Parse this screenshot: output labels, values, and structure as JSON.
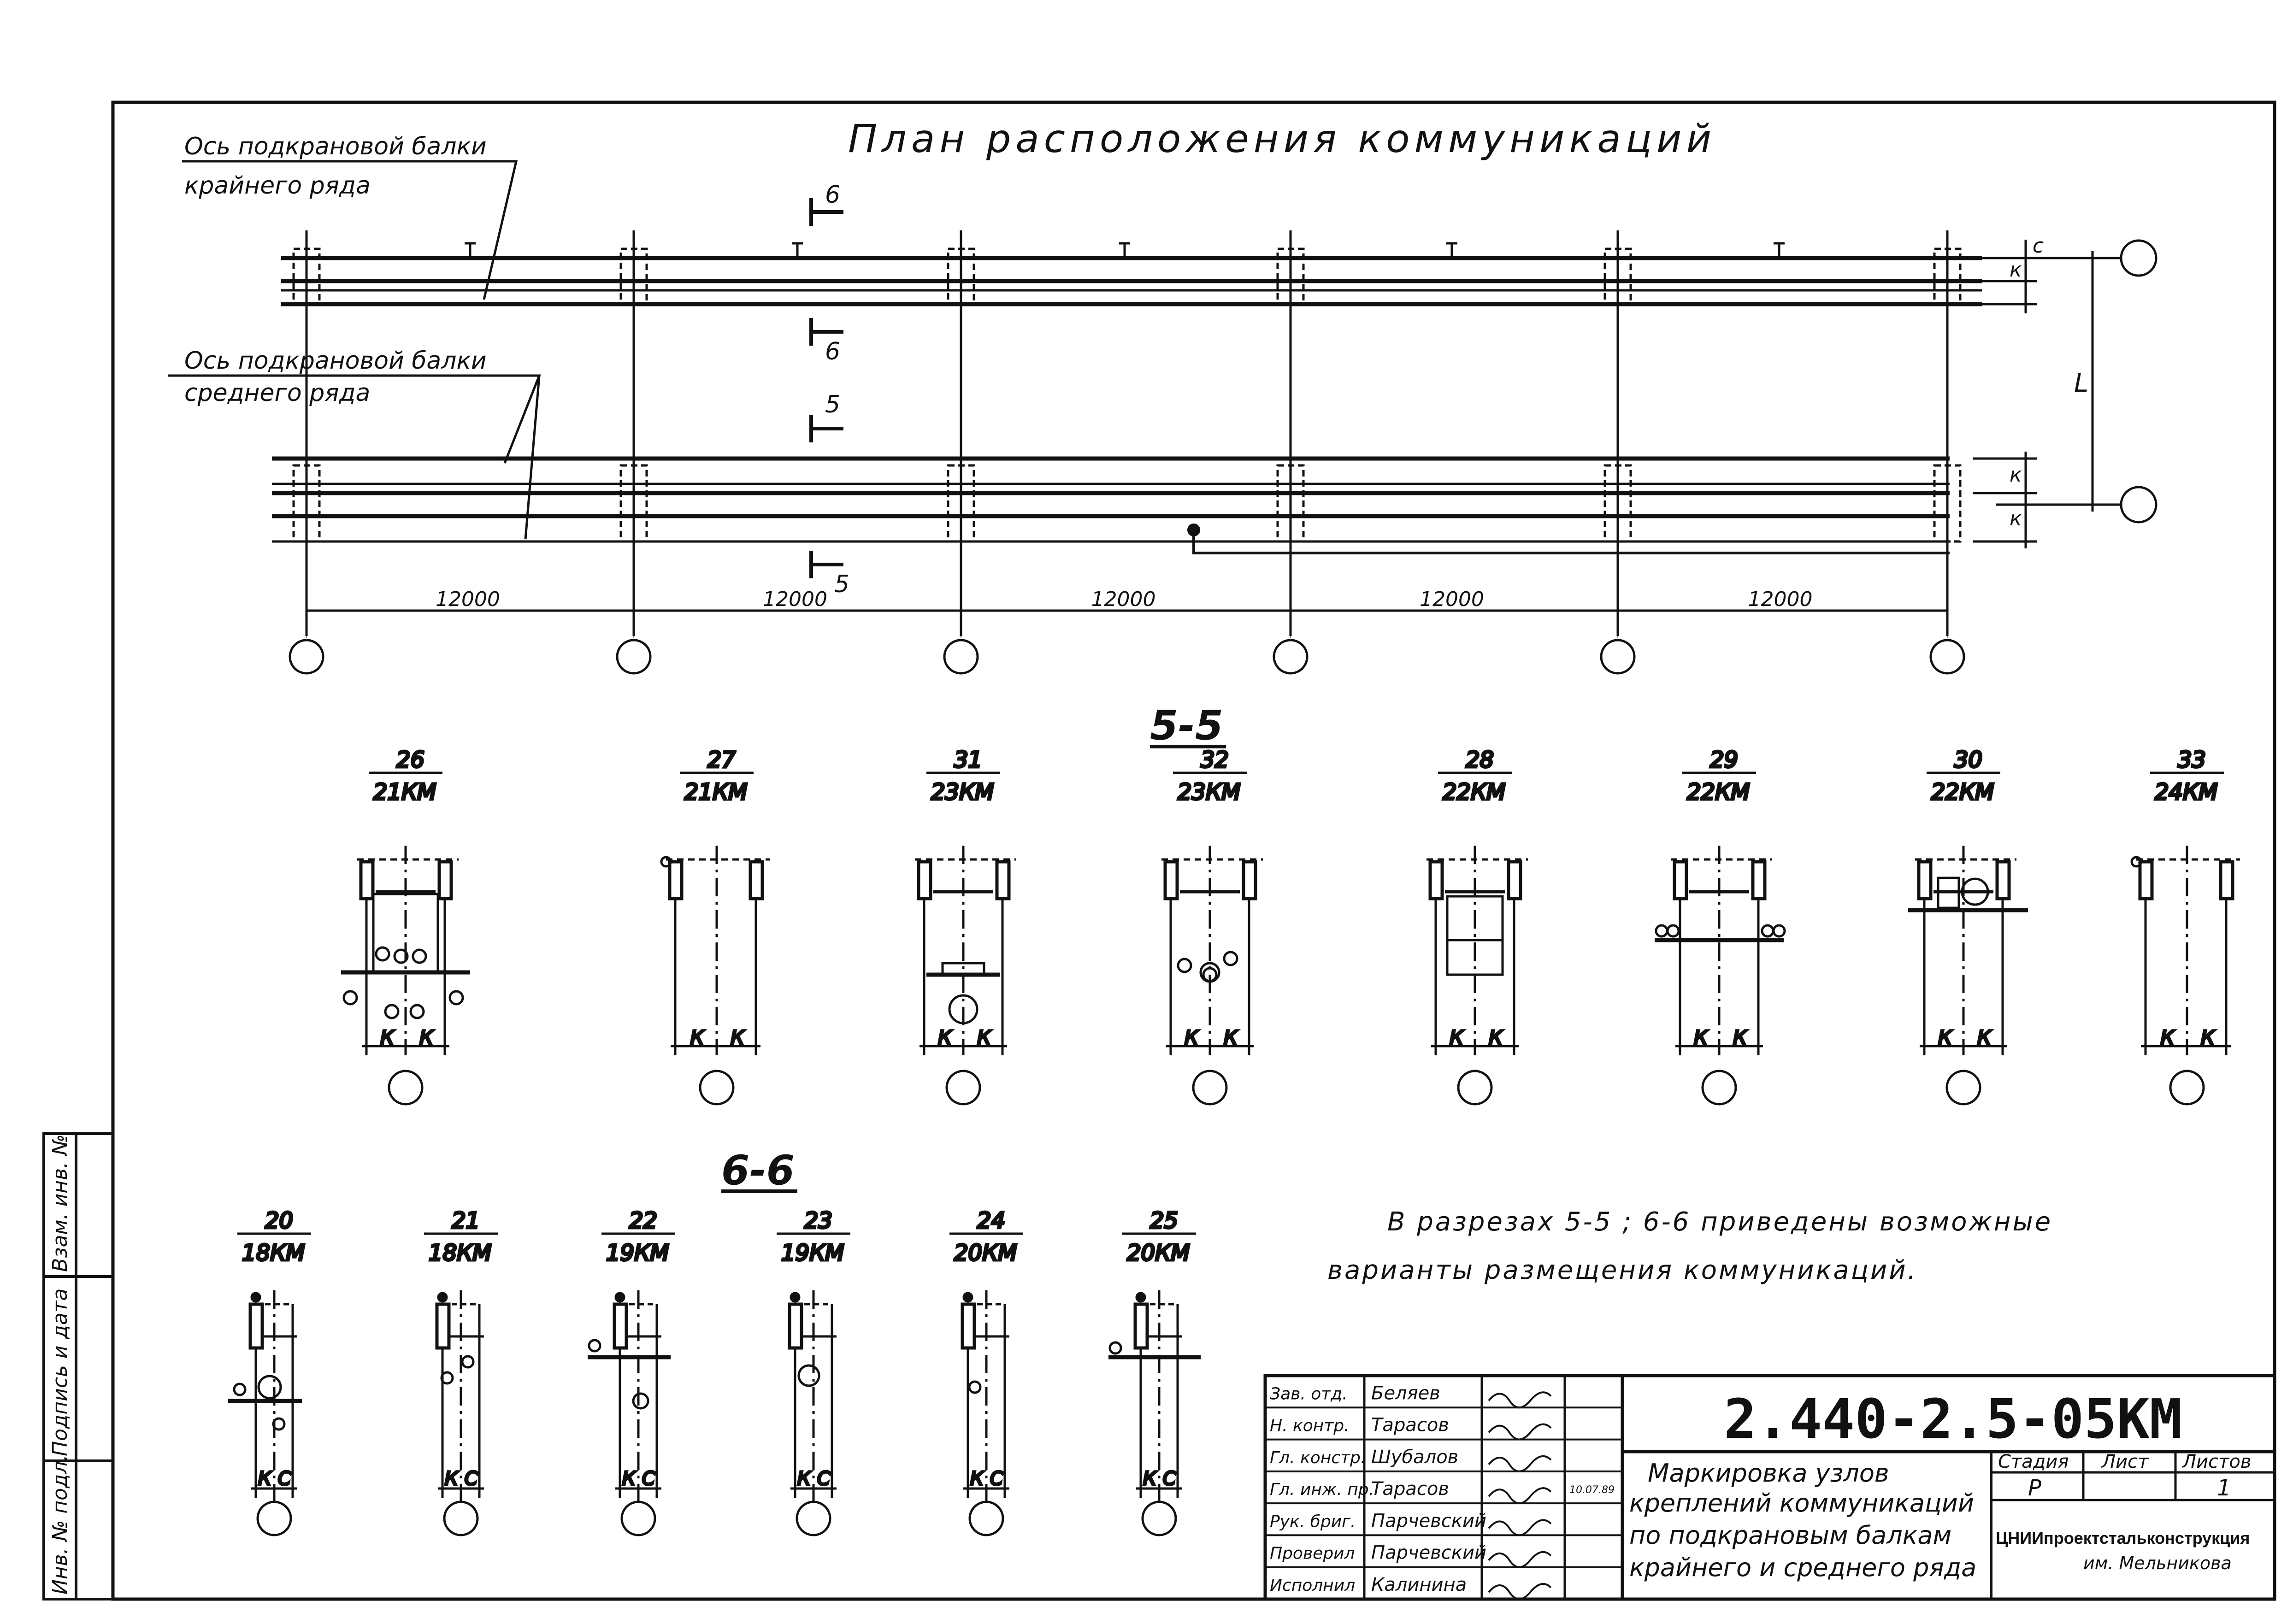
{
  "plan": {
    "title": "План расположения коммуникаций",
    "edge_axis_label_1": "Ось подкрановой балки",
    "edge_axis_label_2": "крайнего ряда",
    "mid_axis_label_1": "Ось подкрановой балки",
    "mid_axis_label_2": "среднего ряда",
    "section_6": "6",
    "section_5": "5",
    "spans": [
      "12000",
      "12000",
      "12000",
      "12000",
      "12000"
    ],
    "dim_c": "с",
    "dim_k": "к",
    "dim_L": "L"
  },
  "section_5_5": {
    "title": "5-5",
    "nodes": [
      {
        "num": "26",
        "km": "21КМ"
      },
      {
        "num": "27",
        "km": "21КМ"
      },
      {
        "num": "31",
        "km": "23КМ"
      },
      {
        "num": "32",
        "km": "23КМ"
      },
      {
        "num": "28",
        "km": "22КМ"
      },
      {
        "num": "29",
        "km": "22КМ"
      },
      {
        "num": "30",
        "km": "22КМ"
      },
      {
        "num": "33",
        "km": "24КМ"
      }
    ],
    "dim_label": "К"
  },
  "section_6_6": {
    "title": "6-6",
    "nodes": [
      {
        "num": "20",
        "km": "18КМ"
      },
      {
        "num": "21",
        "km": "18КМ"
      },
      {
        "num": "22",
        "km": "19КМ"
      },
      {
        "num": "23",
        "km": "19КМ"
      },
      {
        "num": "24",
        "km": "20КМ"
      },
      {
        "num": "25",
        "km": "20КМ"
      }
    ],
    "dim_k": "К",
    "dim_c": "С"
  },
  "note": {
    "line1": "В разрезах 5-5 ; 6-6 приведены возможные",
    "line2": "варианты размещения коммуникаций."
  },
  "side_stamp": [
    "Взам. инв. №",
    "Подпись и дата",
    "Инв. № подл."
  ],
  "title_block": {
    "doc_code": "2.440-2.5-05КМ",
    "roles": [
      "Зав. отд.",
      "Н. контр.",
      "Гл. констр.",
      "Гл. инж. пр.",
      "Рук. бриг.",
      "Проверил",
      "Исполнил"
    ],
    "names": [
      "Беляев",
      "Тарасов",
      "Шубалов",
      "Тарасов",
      "Парчевский",
      "Парчевский",
      "Калинина"
    ],
    "date": "10.07.89",
    "description": [
      "Маркировка узлов",
      "креплений коммуникаций",
      "по подкрановым балкам",
      "крайнего и среднего ряда"
    ],
    "stage_label": "Стадия",
    "sheet_label": "Лист",
    "sheets_label": "Листов",
    "stage": "Р",
    "sheets": "1",
    "org_1": "ЦНИИпроектстальконструкция",
    "org_2": "им. Мельникова"
  }
}
